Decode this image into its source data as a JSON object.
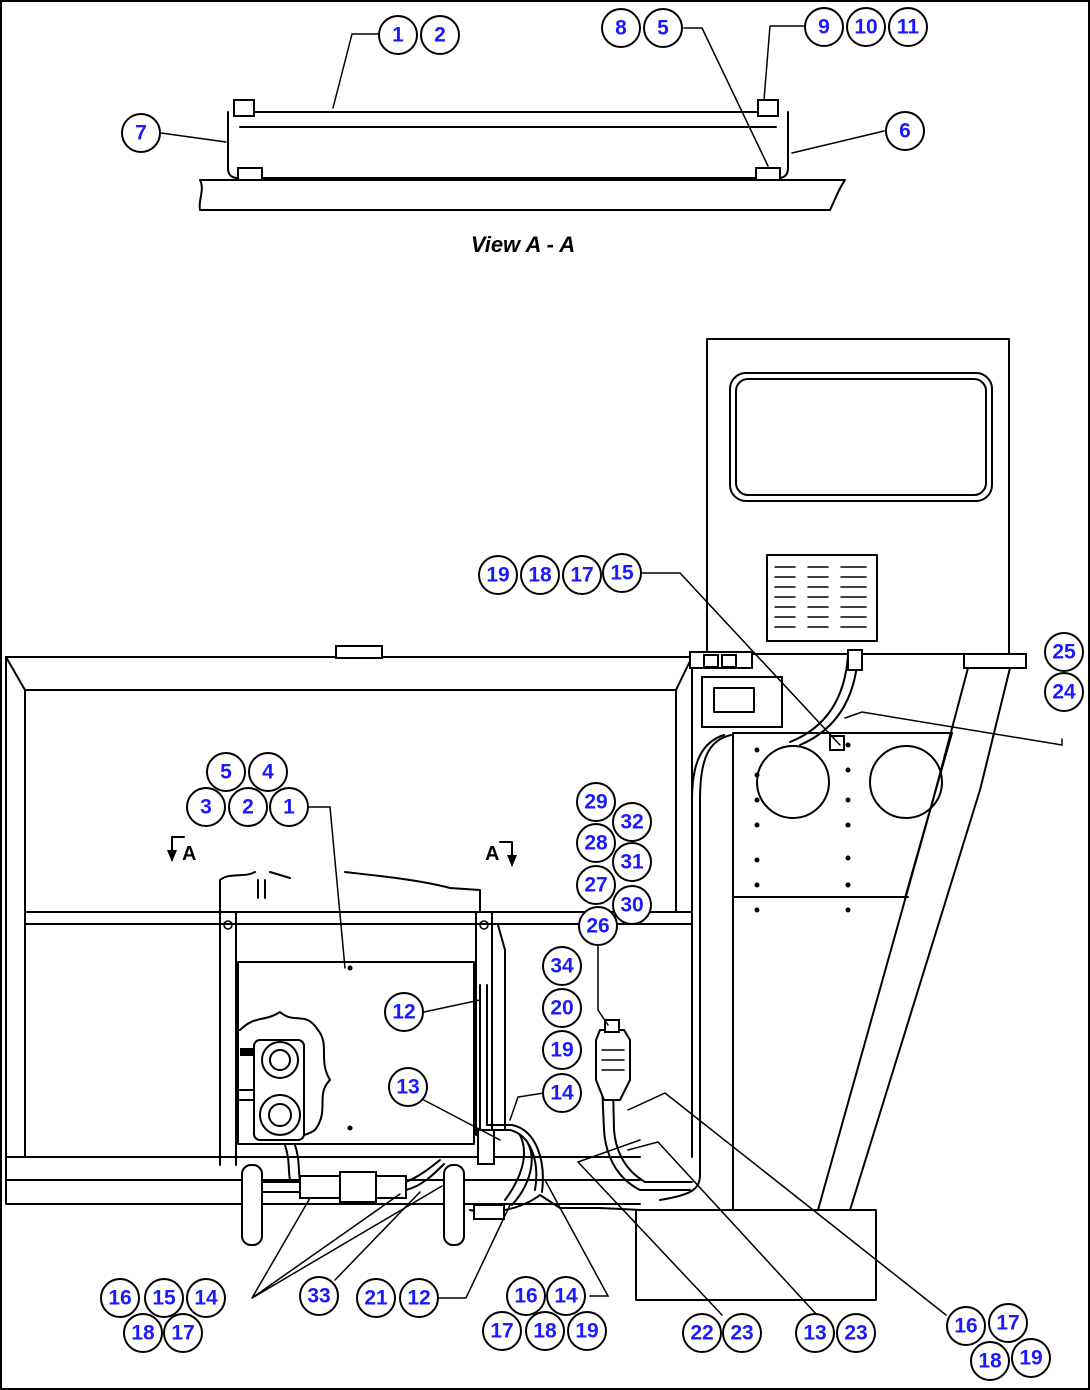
{
  "view_title": "View A - A",
  "section_marks": {
    "left": "A",
    "right": "A"
  },
  "callouts": [
    "1",
    "2",
    "8",
    "5",
    "9",
    "10",
    "11",
    "7",
    "6",
    "19",
    "18",
    "17",
    "15",
    "25",
    "24",
    "5",
    "4",
    "3",
    "2",
    "1",
    "29",
    "32",
    "28",
    "31",
    "27",
    "30",
    "26",
    "34",
    "20",
    "19",
    "14",
    "12",
    "13",
    "16",
    "15",
    "14",
    "18",
    "17",
    "33",
    "21",
    "12",
    "16",
    "14",
    "17",
    "18",
    "19",
    "22",
    "23",
    "13",
    "23",
    "16",
    "17",
    "18",
    "19"
  ]
}
